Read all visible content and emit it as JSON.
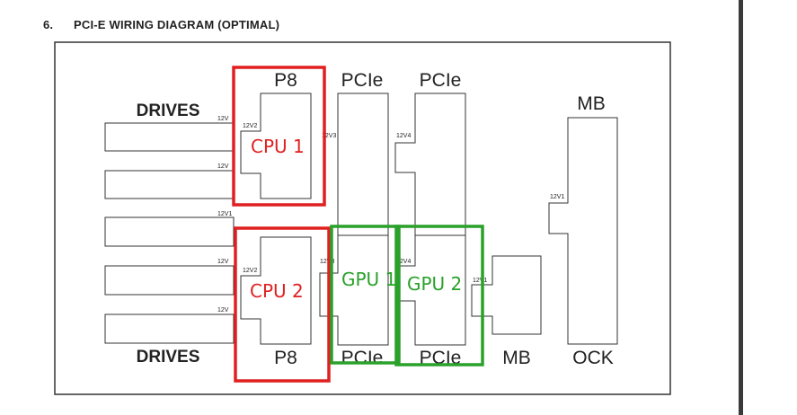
{
  "header": {
    "number": "6.",
    "title": "PCI-E WIRING DIAGRAM (OPTIMAL)"
  },
  "labels": {
    "drives_top": "DRIVES",
    "drives_bottom": "DRIVES",
    "p8_top": "P8",
    "p8_bottom": "P8",
    "pcie_top_1": "PCIe",
    "pcie_top_2": "PCIe",
    "pcie_bottom_1": "PCIe",
    "pcie_bottom_2": "PCIe",
    "mb_top": "MB",
    "mb_bottom": "MB",
    "ock": "OCK"
  },
  "connectors": {
    "drives_1": "12V",
    "drives_2": "12V",
    "drives_3": "12V1",
    "drives_4": "12V",
    "drives_5": "12V",
    "p8_top": "12V2",
    "p8_bottom": "12V2",
    "pcie1_top": "12V3",
    "pcie1_bottom": "12V3",
    "pcie2_top": "12V4",
    "pcie2_bottom": "12V4",
    "mb_small": "12V1",
    "mb_tall": "12V1"
  },
  "annotations": {
    "cpu1": "CPU 1",
    "cpu2": "CPU 2",
    "gpu1": "GPU 1",
    "gpu2": "GPU 2",
    "red": "#e02020",
    "green": "#2aa12a"
  }
}
